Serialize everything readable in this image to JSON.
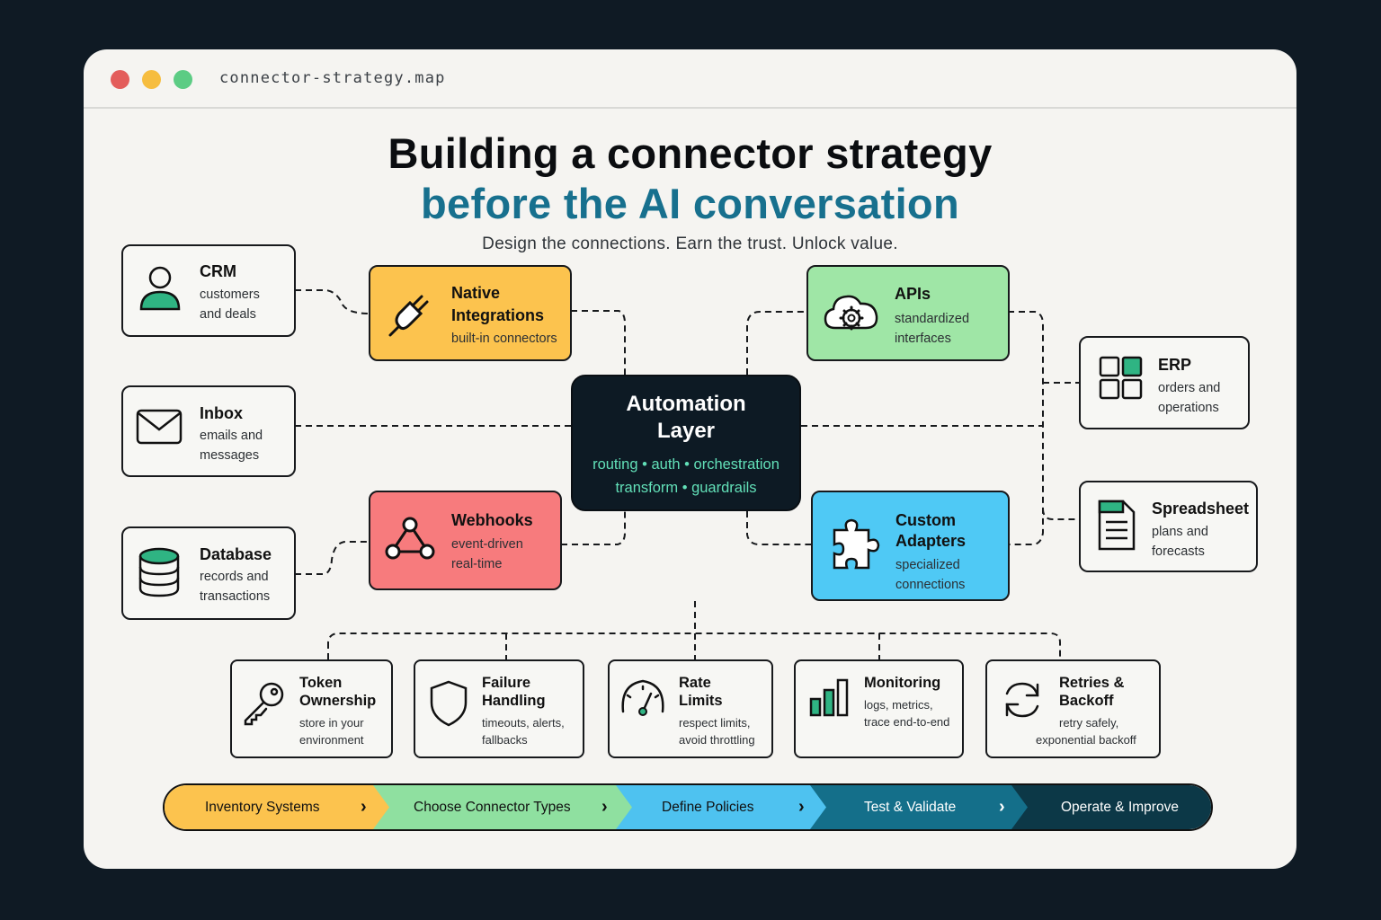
{
  "window": {
    "title": "connector-strategy.map"
  },
  "header": {
    "title_line1": "Building a connector strategy",
    "title_line2": "before the AI conversation",
    "subtitle": "Design the connections. Earn the trust. Unlock value."
  },
  "sources": [
    {
      "title": "CRM",
      "desc1": "customers",
      "desc2": "and deals",
      "icon": "person-icon"
    },
    {
      "title": "Inbox",
      "desc1": "emails and",
      "desc2": "messages",
      "icon": "envelope-icon"
    },
    {
      "title": "Database",
      "desc1": "records and",
      "desc2": "transactions",
      "icon": "database-icon"
    },
    {
      "title": "ERP",
      "desc1": "orders and",
      "desc2": "operations",
      "icon": "grid-icon"
    },
    {
      "title": "Spreadsheet",
      "desc1": "plans and",
      "desc2": "forecasts",
      "icon": "spreadsheet-icon"
    }
  ],
  "connectors": {
    "native": {
      "title1": "Native",
      "title2": "Integrations",
      "desc": "built-in connectors",
      "color": "#fcc34e",
      "icon": "plug-icon"
    },
    "apis": {
      "title": "APIs",
      "desc1": "standardized",
      "desc2": "interfaces",
      "color": "#9fe6a6",
      "icon": "cloud-gear-icon"
    },
    "webhooks": {
      "title": "Webhooks",
      "desc1": "event-driven",
      "desc2": "real-time",
      "color": "#f77b7d",
      "icon": "webhook-icon"
    },
    "custom": {
      "title1": "Custom",
      "title2": "Adapters",
      "desc1": "specialized",
      "desc2": "connections",
      "color": "#4fc9f5",
      "icon": "puzzle-icon"
    }
  },
  "hub": {
    "title1": "Automation",
    "title2": "Layer",
    "tags1": "routing • auth • orchestration",
    "tags2": "transform • guardrails"
  },
  "policies": [
    {
      "title1": "Token",
      "title2": "Ownership",
      "desc1": "store in your",
      "desc2": "environment",
      "icon": "key-icon"
    },
    {
      "title1": "Failure",
      "title2": "Handling",
      "desc1": "timeouts, alerts,",
      "desc2": "fallbacks",
      "icon": "shield-icon"
    },
    {
      "title1": "Rate",
      "title2": "Limits",
      "desc1": "respect limits,",
      "desc2": "avoid throttling",
      "icon": "gauge-icon"
    },
    {
      "title1": "Monitoring",
      "title2": "",
      "desc1": "logs, metrics,",
      "desc2": "trace end-to-end",
      "icon": "bar-chart-icon"
    },
    {
      "title1": "Retries &",
      "title2": "Backoff",
      "desc1": "retry safely,",
      "desc2": "exponential backoff",
      "icon": "refresh-icon"
    }
  ],
  "steps": [
    {
      "label": "Inventory Systems",
      "color": "#fcc34e"
    },
    {
      "label": "Choose Connector Types",
      "color": "#8fe0a0"
    },
    {
      "label": "Define Policies",
      "color": "#4ec2f0"
    },
    {
      "label": "Test & Validate",
      "color": "#146f8a"
    },
    {
      "label": "Operate & Improve",
      "color": "#0c3847"
    }
  ]
}
